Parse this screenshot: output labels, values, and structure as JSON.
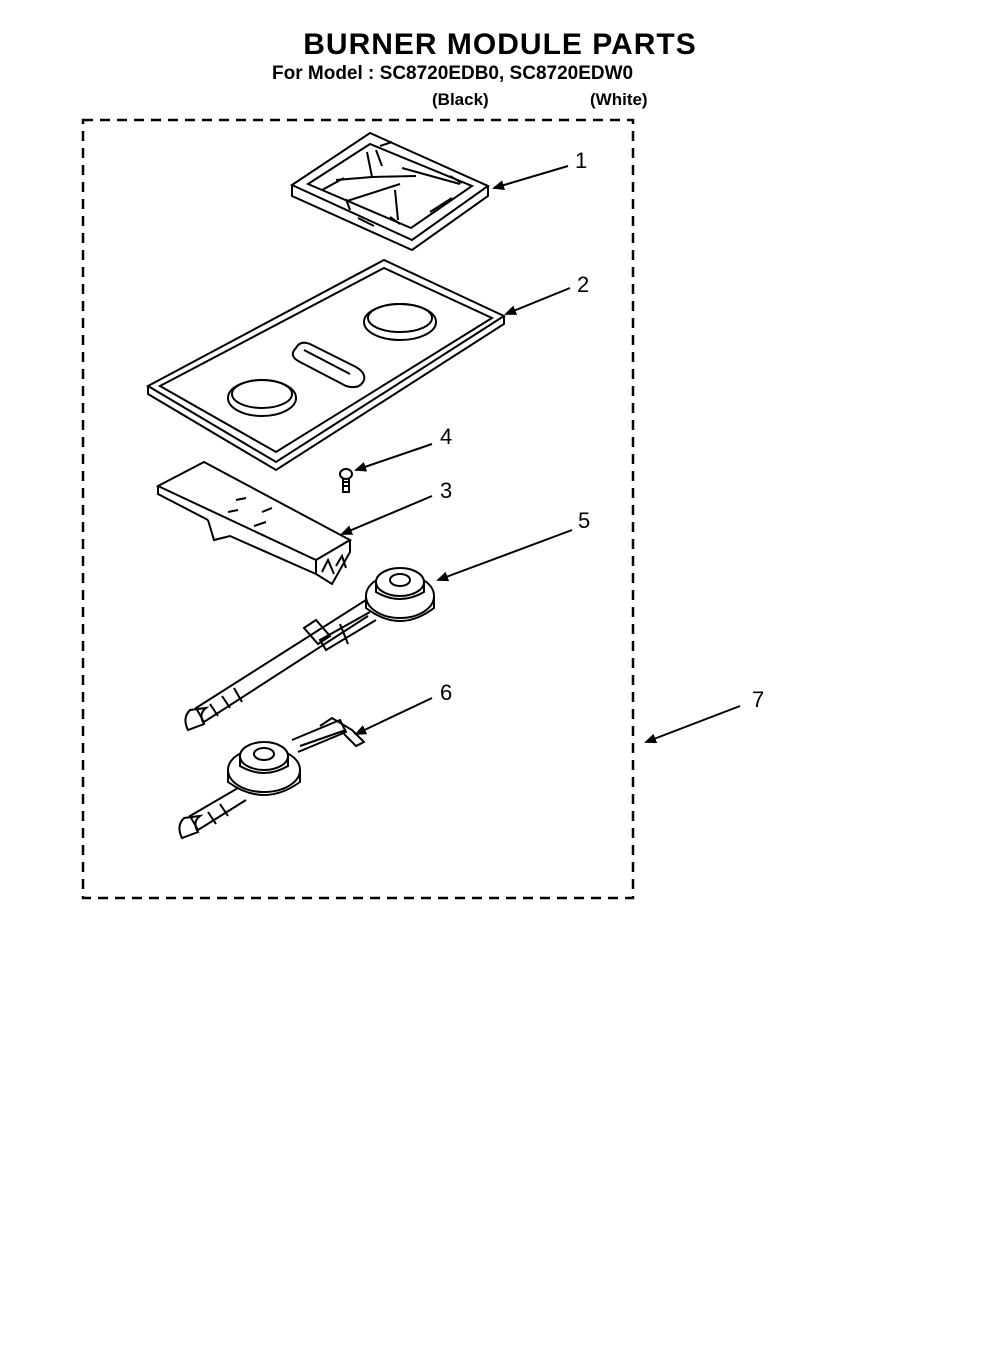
{
  "title": "BURNER MODULE PARTS",
  "subtitle": "For Model : SC8720EDB0, SC8720EDW0",
  "variants": {
    "black": "(Black)",
    "white": "(White)"
  },
  "callouts": [
    "1",
    "2",
    "3",
    "4",
    "5",
    "6",
    "7"
  ],
  "parts": [
    "grate",
    "cooktop",
    "burner-bracket",
    "screw",
    "front-burner-assembly",
    "rear-burner-assembly",
    "burner-module-assembly"
  ]
}
